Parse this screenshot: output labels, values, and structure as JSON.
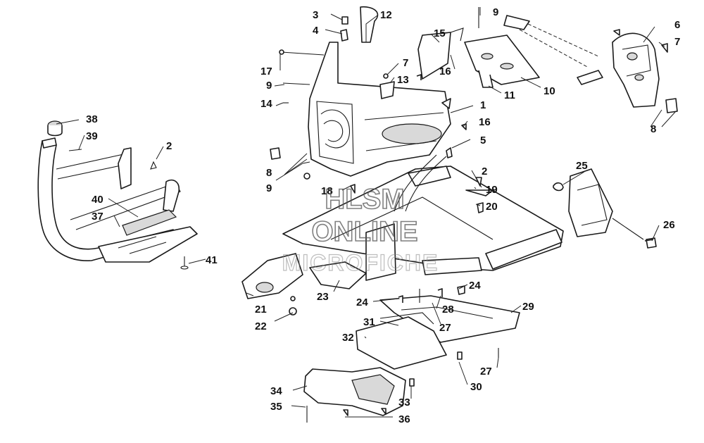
{
  "watermark": {
    "line1": "HLSM",
    "line2": "ONLINE",
    "line3": "MICROFICHE"
  },
  "callouts": [
    "1",
    "2",
    "3",
    "4",
    "5",
    "6",
    "7",
    "8",
    "9",
    "10",
    "11",
    "12",
    "13",
    "14",
    "15",
    "16",
    "17",
    "18",
    "19",
    "20",
    "21",
    "22",
    "23",
    "24",
    "25",
    "26",
    "27",
    "28",
    "29",
    "30",
    "31",
    "32",
    "33",
    "34",
    "35",
    "36",
    "37",
    "38",
    "39",
    "40",
    "41"
  ]
}
